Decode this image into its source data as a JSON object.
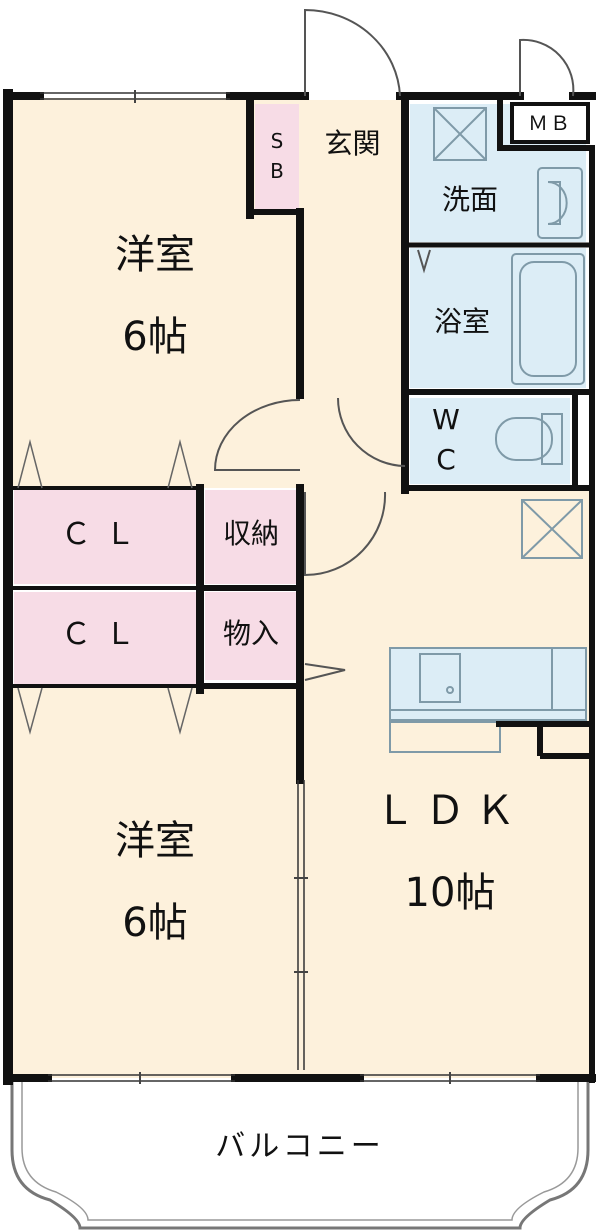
{
  "rooms": {
    "western_room_top": {
      "name": "洋室",
      "size": "6帖"
    },
    "western_room_bottom": {
      "name": "洋室",
      "size": "6帖"
    },
    "ldk": {
      "name": "ＬＤＫ",
      "size": "10帖"
    },
    "closet_top": "ＣＬ",
    "closet_bottom": "ＣＬ",
    "storage": "収納",
    "storeroom": "物入",
    "entrance": "玄関",
    "shoe_box_s": "S",
    "shoe_box_b": "B",
    "meter_box": "ＭＢ",
    "washroom": "洗面",
    "bathroom": "浴室",
    "toilet_w": "W",
    "toilet_c": "C",
    "balcony": "バルコニー"
  },
  "colors": {
    "room_fill": "#fdf1dc",
    "closet_fill": "#f7dce6",
    "wet_area_fill": "#dcedf6",
    "wall": "#111111",
    "fixture_stroke": "#7f9aa8"
  }
}
